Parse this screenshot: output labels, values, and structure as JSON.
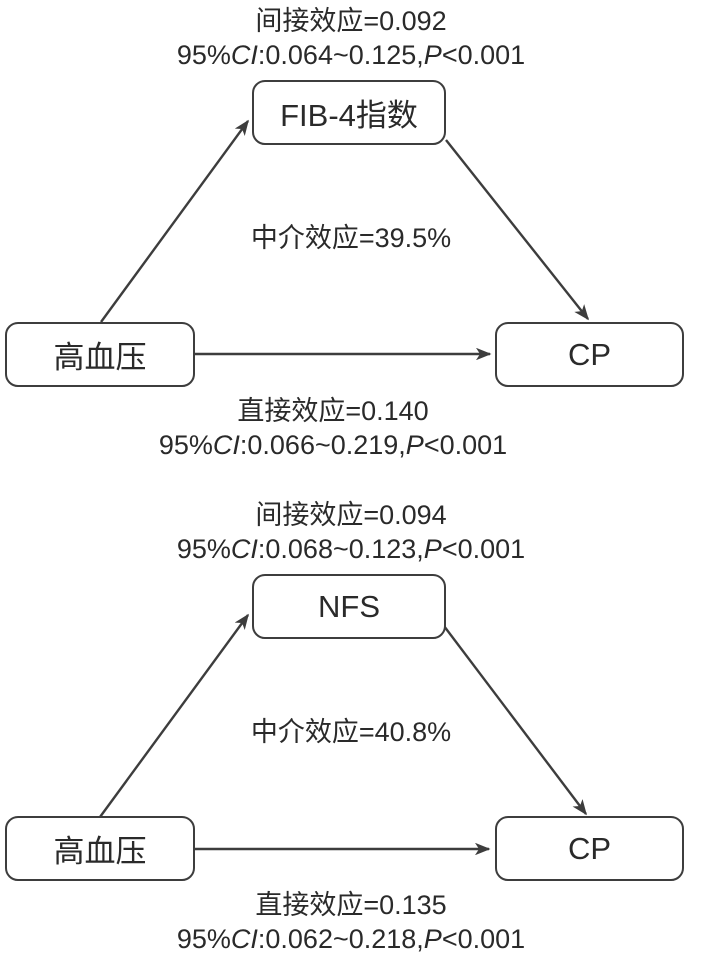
{
  "figure": {
    "type": "mediation-path-diagram",
    "background_color": "#ffffff",
    "line_color": "#3d3d3d",
    "text_color": "#2a2a2a"
  },
  "diagrams": [
    {
      "name": "FIB-4 mediation model",
      "exposure": "高血压",
      "mediator": "FIB-4指数",
      "outcome": "CP",
      "indirect_effect": "间接效应=0.092",
      "indirect_ci": {
        "pre": "95%",
        "ci": "CI",
        "mid": ":0.064~0.125,",
        "p": "P",
        "post": "<0.001"
      },
      "mediation_pct": "中介效应=39.5%",
      "direct_effect": "直接效应=0.140",
      "direct_ci": {
        "pre": "95%",
        "ci": "CI",
        "mid": ":0.066~0.219,",
        "p": "P",
        "post": "<0.001"
      }
    },
    {
      "name": "NFS mediation model",
      "exposure": "高血压",
      "mediator": "NFS",
      "outcome": "CP",
      "indirect_effect": "间接效应=0.094",
      "indirect_ci": {
        "pre": "95%",
        "ci": "CI",
        "mid": ":0.068~0.123,",
        "p": "P",
        "post": "<0.001"
      },
      "mediation_pct": "中介效应=40.8%",
      "direct_effect": "直接效应=0.135",
      "direct_ci": {
        "pre": "95%",
        "ci": "CI",
        "mid": ":0.062~0.218,",
        "p": "P",
        "post": "<0.001"
      }
    }
  ]
}
